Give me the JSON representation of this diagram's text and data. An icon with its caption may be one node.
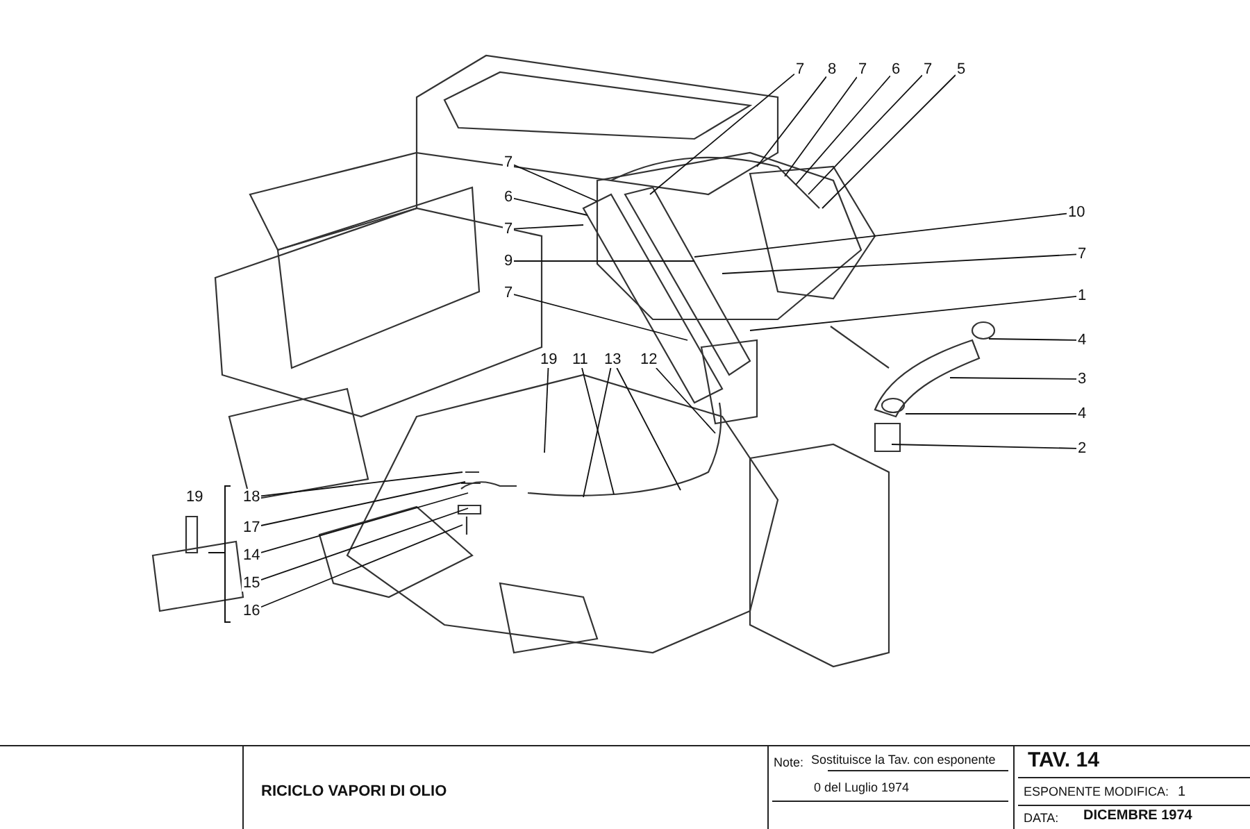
{
  "diagram": {
    "title": "RICICLO VAPORI DI OLIO",
    "nodes": [
      {
        "text": [
          "7"
        ]
      },
      {
        "text": [
          "8"
        ]
      },
      {
        "text": [
          "7"
        ]
      },
      {
        "text": [
          "6"
        ]
      },
      {
        "text": [
          "7"
        ]
      },
      {
        "text": [
          "5"
        ]
      },
      {
        "text": [
          "7"
        ]
      },
      {
        "text": [
          "6"
        ]
      },
      {
        "text": [
          "7"
        ]
      },
      {
        "text": [
          "9"
        ]
      },
      {
        "text": [
          "7"
        ]
      },
      {
        "text": [
          "10"
        ]
      },
      {
        "text": [
          "7"
        ]
      },
      {
        "text": [
          "1"
        ]
      },
      {
        "text": [
          "4"
        ]
      },
      {
        "text": [
          "3"
        ]
      },
      {
        "text": [
          "4"
        ]
      },
      {
        "text": [
          "2"
        ]
      },
      {
        "text": [
          "19"
        ]
      },
      {
        "text": [
          "11"
        ]
      },
      {
        "text": [
          "13"
        ]
      },
      {
        "text": [
          "12"
        ]
      },
      {
        "text": [
          "18"
        ]
      },
      {
        "text": [
          "17"
        ]
      },
      {
        "text": [
          "14"
        ]
      },
      {
        "text": [
          "15"
        ]
      },
      {
        "text": [
          "16"
        ]
      }
    ],
    "edges": [
      {
        "from": 0,
        "to": null,
        "arrow": "none"
      },
      {
        "from": 1,
        "to": null,
        "arrow": "none"
      },
      {
        "from": 2,
        "to": null,
        "arrow": "none"
      },
      {
        "from": 3,
        "to": null,
        "arrow": "none"
      },
      {
        "from": 4,
        "to": null,
        "arrow": "none"
      },
      {
        "from": 5,
        "to": null,
        "arrow": "none"
      },
      {
        "from": 6,
        "to": null,
        "arrow": "none"
      },
      {
        "from": 7,
        "to": null,
        "arrow": "none"
      },
      {
        "from": 8,
        "to": null,
        "arrow": "none"
      },
      {
        "from": 9,
        "to": null,
        "arrow": "none"
      },
      {
        "from": 10,
        "to": null,
        "arrow": "none"
      },
      {
        "from": 11,
        "to": null,
        "arrow": "none"
      },
      {
        "from": 12,
        "to": null,
        "arrow": "none"
      },
      {
        "from": 13,
        "to": null,
        "arrow": "none"
      },
      {
        "from": 14,
        "to": null,
        "arrow": "none"
      },
      {
        "from": 15,
        "to": null,
        "arrow": "none"
      },
      {
        "from": 16,
        "to": null,
        "arrow": "none"
      },
      {
        "from": 17,
        "to": null,
        "arrow": "none"
      },
      {
        "from": 18,
        "to": null,
        "arrow": "none"
      },
      {
        "from": 19,
        "to": null,
        "arrow": "none"
      },
      {
        "from": 20,
        "to": null,
        "arrow": "none"
      },
      {
        "from": 20,
        "to": null,
        "arrow": "none"
      },
      {
        "from": 21,
        "to": null,
        "arrow": "none"
      },
      {
        "from": 22,
        "to": null,
        "arrow": "none"
      },
      {
        "from": 23,
        "to": null,
        "arrow": "none"
      },
      {
        "from": 24,
        "to": null,
        "arrow": "none"
      },
      {
        "from": 25,
        "to": null,
        "arrow": "none"
      },
      {
        "from": 26,
        "to": null,
        "arrow": "none"
      }
    ],
    "labels": [
      "19",
      "Note:",
      "Sostituisce la Tav. con esponente",
      "0 del Luglio 1974",
      "TAV. 14",
      "ESPONENTE MODIFICA:",
      "1",
      "DATA:",
      "DICEMBRE 1974"
    ]
  }
}
